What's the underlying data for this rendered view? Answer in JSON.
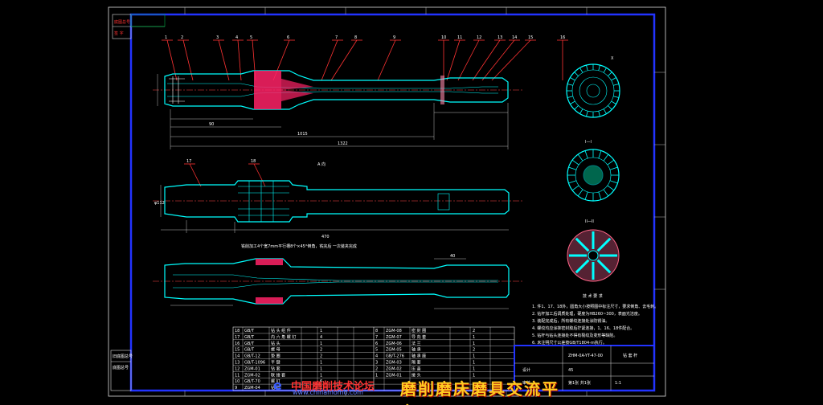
{
  "drawing": {
    "title": "钻 套 杆",
    "scale_note": "1:1",
    "sheet_note": "第1张 共1张",
    "stamp_top": "底图总号",
    "stamp_top2": "签 字",
    "stamp_bottom": "旧底图总号",
    "stamp_bottom2": "底图总号",
    "view_label_A": "A 向",
    "section_labels": [
      "I—I",
      "II—II"
    ],
    "view_label_X": "X",
    "balloons_top": [
      "1",
      "2",
      "3",
      "4",
      "5",
      "6",
      "7",
      "8",
      "9",
      "10",
      "11",
      "12",
      "13",
      "14",
      "15",
      "16"
    ],
    "balloons_mid": [
      "17",
      "18"
    ],
    "dimensions": {
      "top_total": "1322",
      "top_2": "1015",
      "top_3": "90",
      "mid_length": "470",
      "bottom_1": "40",
      "side_phi": "φ112"
    },
    "note_mid": "铣削加工4个宽7mm平行槽8个×45°倒角，铣完后 一次装夹完成",
    "tech_req_title": "技 术 要 求",
    "tech_req": [
      "1. 件1、17、18外，圆角大小按照图中标注尺寸，要求倒角、去毛刺。",
      "2. 钻杆加工后调质处理，硬度为HB260~300，表面光洁度。",
      "3. 装配完成后，所有螺纹连接处涂防锈油。",
      "4. 螺纹均应涂抹密封胶后拧紧连接，1、16、18件配合。",
      "5. 钻杆与钻头连接处不得有裂纹及变形等缺陷。",
      "6. 未注明尺寸公差按GB/T1804-m执行。"
    ],
    "title_block": {
      "name": "钻 套 杆",
      "code": "ZHM-0A-YT-47-00",
      "material": "45",
      "drawn": "设计",
      "checked": "审核"
    },
    "bom_rows": [
      [
        "18",
        "GB/T",
        "钻 头 组 件",
        "1"
      ],
      [
        "17",
        "GB/T",
        "内 六 角 螺 钉",
        "4"
      ],
      [
        "16",
        "GB/T",
        "钻 头",
        "1"
      ],
      [
        "15",
        "GB/T",
        "螺 母",
        "2"
      ],
      [
        "14",
        "GB/T-12",
        "垫 圈",
        "2"
      ],
      [
        "13",
        "GB/T-1096",
        "平 键",
        "1"
      ],
      [
        "12",
        "ZGM-01",
        "钻 套",
        "1"
      ],
      [
        "11",
        "ZGM-02",
        "联 接 套",
        "1"
      ],
      [
        "10",
        "GB/T-70",
        "螺 钉",
        "6"
      ],
      [
        "9",
        "ZGM-04",
        "钻 杆",
        "1"
      ]
    ],
    "bom_rows_right": [
      [
        "8",
        "ZGM-08",
        "密 封 圈",
        "2"
      ],
      [
        "7",
        "ZGM-07",
        "导 向 套",
        "1"
      ],
      [
        "6",
        "ZGM-06",
        "法 兰",
        "1"
      ],
      [
        "5",
        "ZGM-05",
        "轴 承",
        "2"
      ],
      [
        "4",
        "GB/T-276",
        "轴 承 座",
        "1"
      ],
      [
        "3",
        "ZGM-03",
        "隔 套",
        "1"
      ],
      [
        "2",
        "ZGM-02",
        "压 盖",
        "1"
      ],
      [
        "1",
        "ZGM-01",
        "接 头",
        "1"
      ]
    ]
  },
  "watermark": {
    "logo": "e",
    "text1": "中国磨削技术论坛",
    "text2": "磨削磨床磨具交流平台",
    "url": "www.chinamomo.com"
  },
  "colors": {
    "background": "#000000",
    "frame_outer": "#ffffff",
    "frame_inner": "#2233ff",
    "geometry": "#00ffff",
    "leader": "#ff3333",
    "highlight": "#ff2266"
  }
}
